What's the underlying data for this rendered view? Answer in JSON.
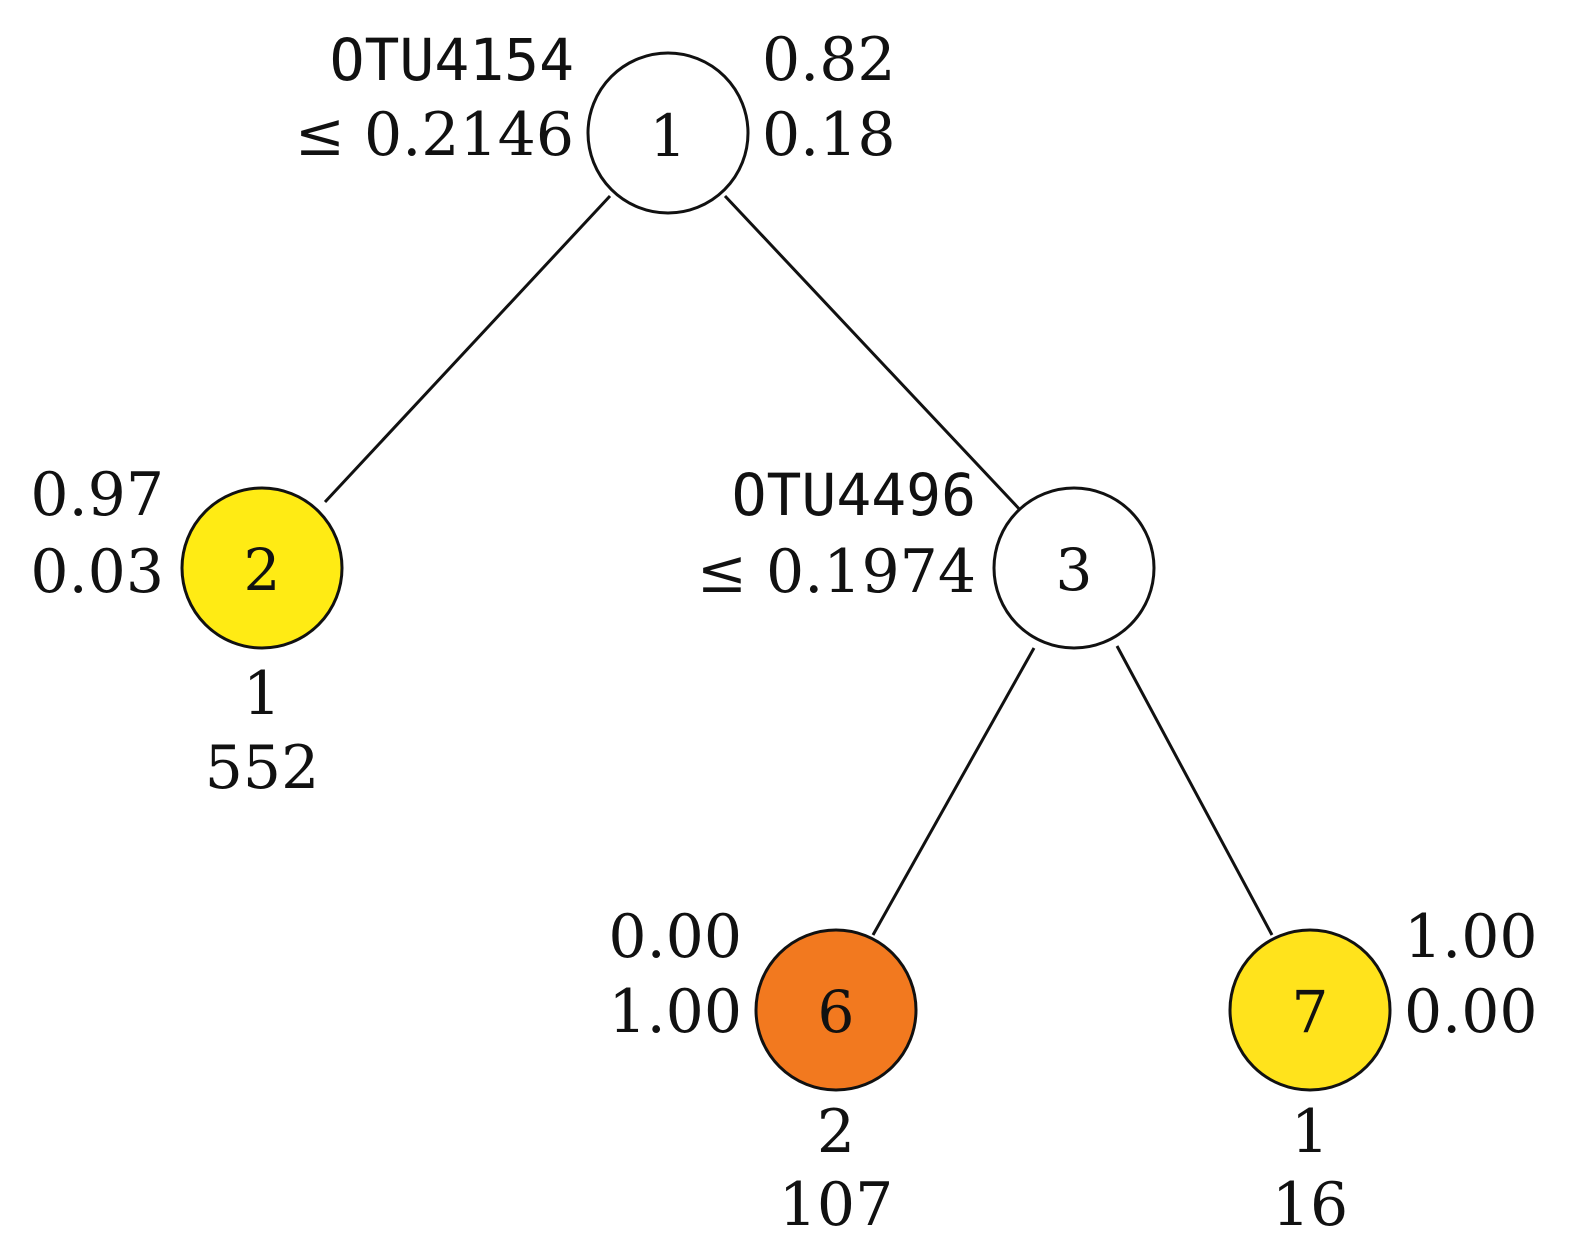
{
  "tree": {
    "edges": [
      {
        "from": "1",
        "to": "2"
      },
      {
        "from": "1",
        "to": "3"
      },
      {
        "from": "3",
        "to": "6"
      },
      {
        "from": "3",
        "to": "7"
      }
    ],
    "nodes": [
      {
        "id": "1",
        "kind": "split",
        "fill": "#ffffff",
        "split_var": "OTU4154",
        "split_rule": "≤ 0.2146",
        "probs": [
          "0.82",
          "0.18"
        ]
      },
      {
        "id": "2",
        "kind": "leaf",
        "fill": "#ffeb14",
        "probs": [
          "0.97",
          "0.03"
        ],
        "class": "1",
        "n": "552"
      },
      {
        "id": "3",
        "kind": "split",
        "fill": "#ffffff",
        "split_var": "OTU4496",
        "split_rule": "≤ 0.1974"
      },
      {
        "id": "6",
        "kind": "leaf",
        "fill": "#f2791f",
        "probs": [
          "0.00",
          "1.00"
        ],
        "class": "2",
        "n": "107"
      },
      {
        "id": "7",
        "kind": "leaf",
        "fill": "#ffe31c",
        "probs": [
          "1.00",
          "0.00"
        ],
        "class": "1",
        "n": "16"
      }
    ]
  }
}
